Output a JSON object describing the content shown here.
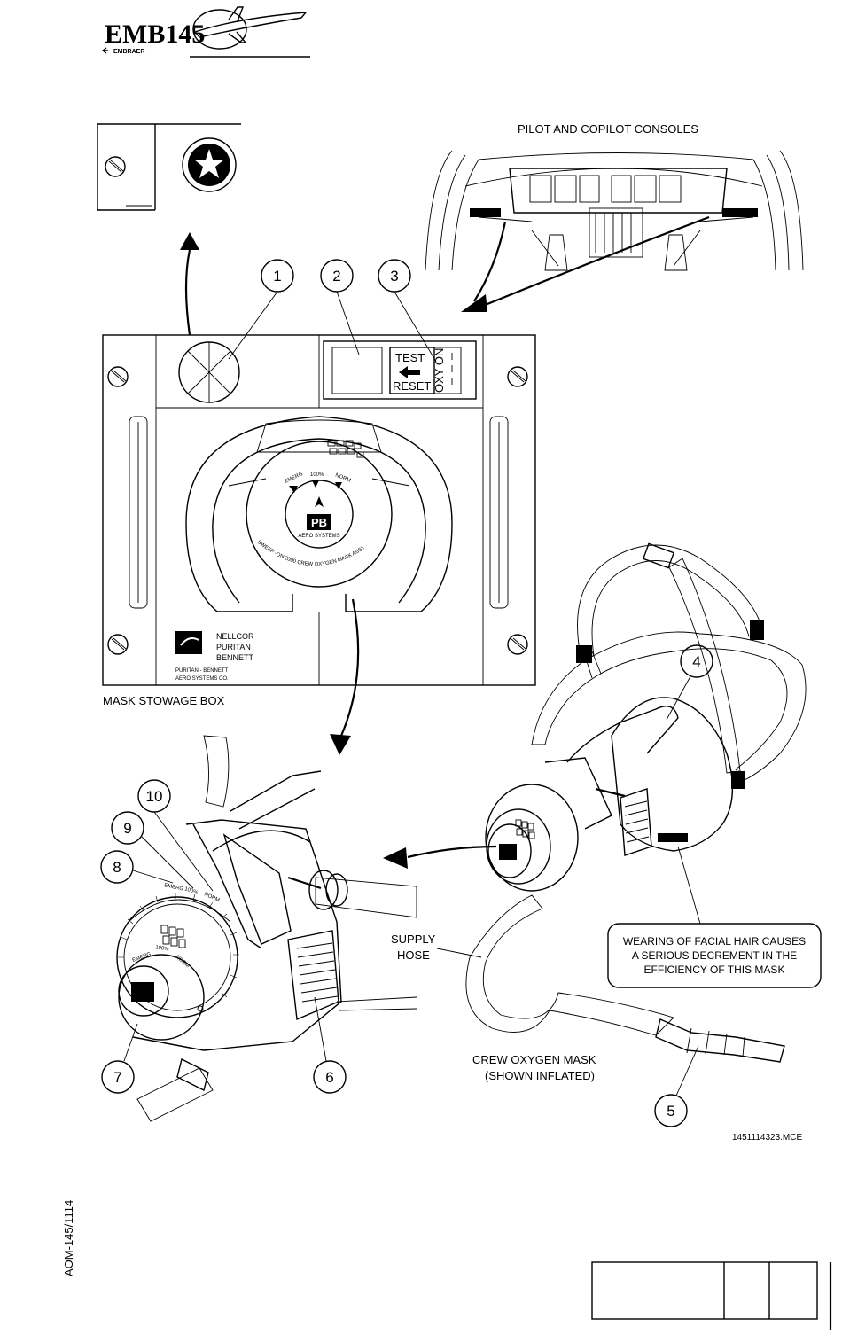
{
  "header": {
    "logo_model": "EMB145",
    "logo_maker": "EMBRAER"
  },
  "consoles": {
    "title": "PILOT AND COPILOT CONSOLES"
  },
  "stowage_box": {
    "caption": "MASK STOWAGE BOX",
    "test_label": "TEST",
    "reset_label": "RESET",
    "oxy_on_label": "OXY ON",
    "regulator_modes": [
      "EMERG",
      "100%",
      "NORM"
    ],
    "brand_badge": "PB",
    "brand_sub": "AERO SYSTEMS",
    "ring_text": "SWEEP -ON  2000  CREW  OXYGEN  MASK  ASSY",
    "maker_lines": [
      "NELLCOR",
      "PURITAN",
      "BENNETT"
    ],
    "company_lines": [
      "PURITAN  -  BENNETT",
      "AERO  SYSTEMS  CO."
    ]
  },
  "callouts": [
    "1",
    "2",
    "3",
    "4",
    "5",
    "6",
    "7",
    "8",
    "9",
    "10"
  ],
  "supply_hose": [
    "SUPPLY",
    "HOSE"
  ],
  "warning": [
    "WEARING OF FACIAL HAIR CAUSES",
    "A SERIOUS DECREMENT IN THE",
    "EFFICIENCY OF THIS MASK"
  ],
  "mask_caption": [
    "CREW  OXYGEN  MASK",
    "(SHOWN  INFLATED)"
  ],
  "figure_id": "1451114323.MCE",
  "side_code": "AOM-145/1114",
  "colors": {
    "ink": "#000000",
    "paper": "#ffffff",
    "stipple": "#d8d8d8"
  }
}
